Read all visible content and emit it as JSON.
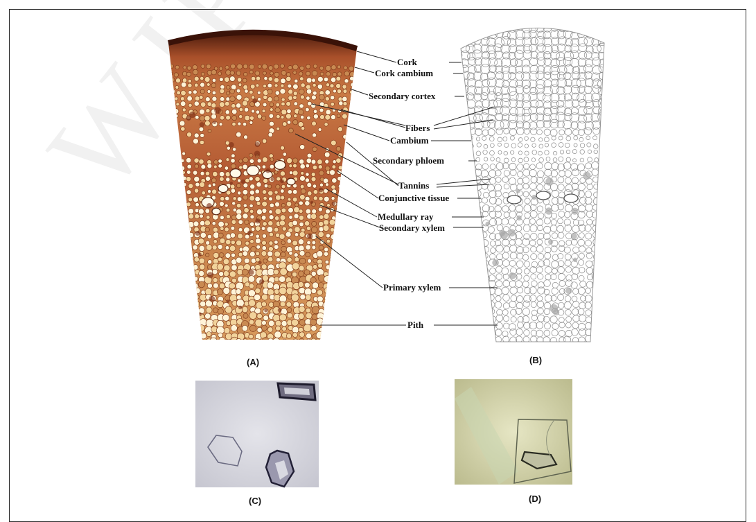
{
  "watermark": "WJPR",
  "labels": [
    "Cork",
    "Cork cambium",
    "Secondary cortex",
    "Fibers",
    "Cambium",
    "Secondary phloem",
    "Tannins",
    "Conjunctive tissue",
    "Medullary ray",
    "Secondary xylem",
    "Primary xylem",
    "Pith"
  ],
  "panels": {
    "a": "(A)",
    "b": "(B)",
    "c": "(C)",
    "d": "(D)"
  },
  "colors": {
    "stain_dark": "#6b2a12",
    "stain_mid": "#b3552e",
    "stain_light": "#e9c08a",
    "cell_fill": "#fff3d6",
    "crystal_bg_c": "#d6d6de",
    "crystal_bg_d": "#dcdcb2"
  }
}
